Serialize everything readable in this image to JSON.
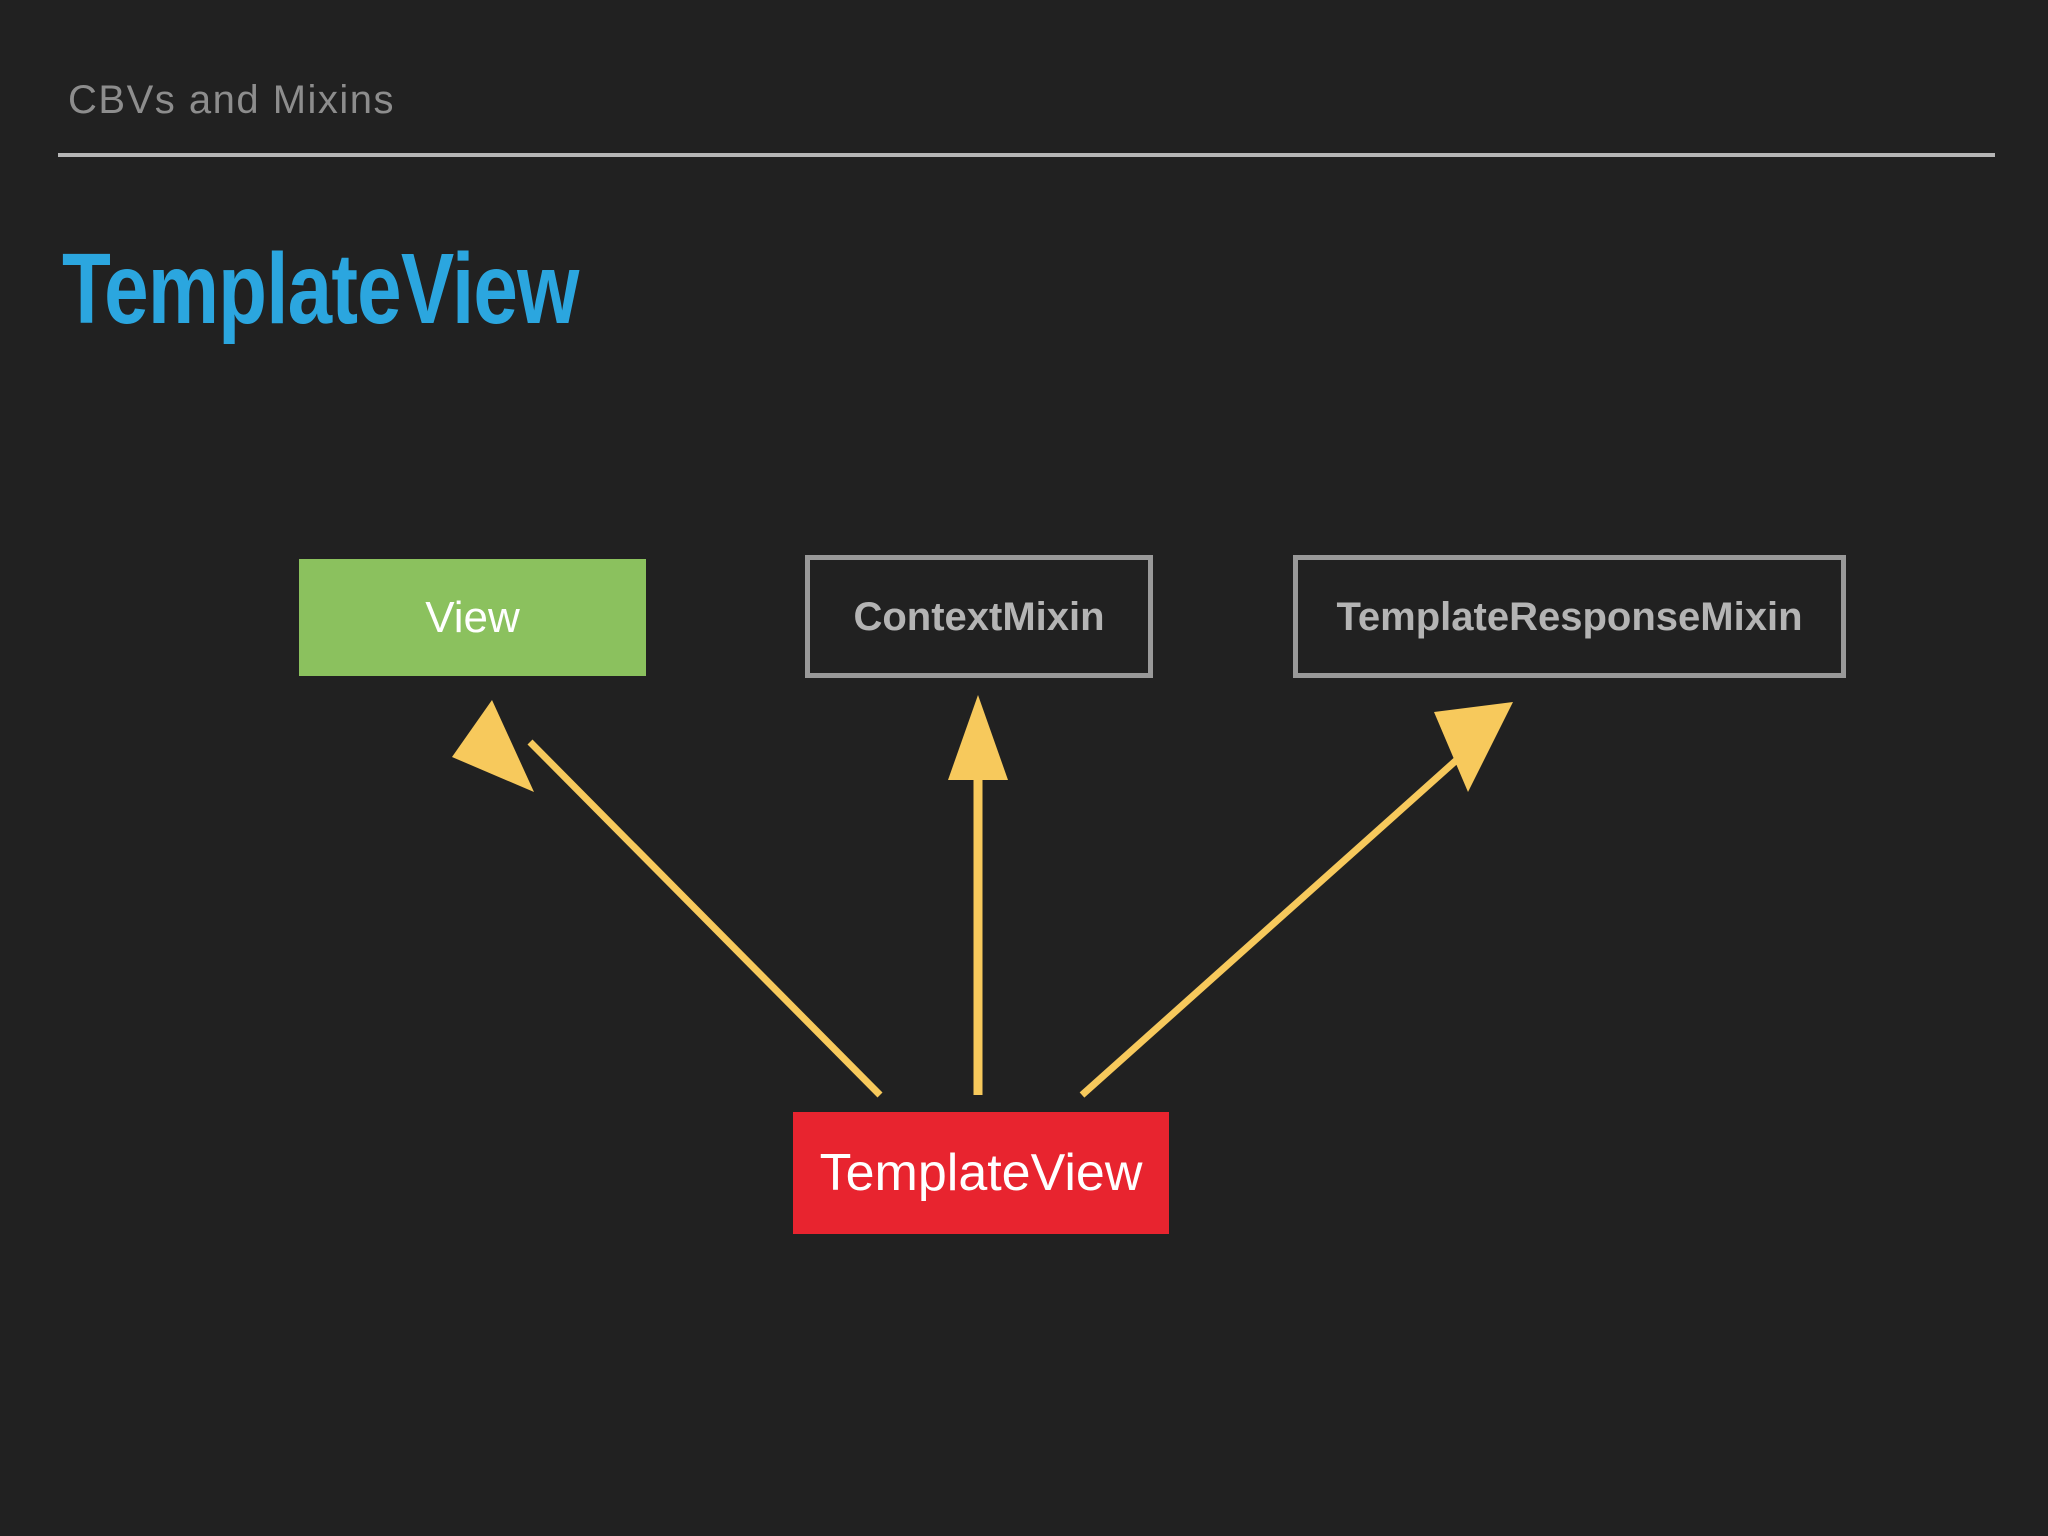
{
  "slide": {
    "header_label": "CBVs and Mixins",
    "title": "TemplateView",
    "background_color": "#212121",
    "title_color": "#2ba6df",
    "header_color": "#8d8d8d",
    "rule_color": "#b6b6b6"
  },
  "diagram": {
    "type": "class-inheritance",
    "arrow_color": "#f7c95c",
    "nodes": [
      {
        "id": "view",
        "label": "View",
        "style": "filled",
        "fill_color": "#8bc15e",
        "text_color": "#ffffff"
      },
      {
        "id": "context-mixin",
        "label": "ContextMixin",
        "style": "outlined",
        "border_color": "#999999",
        "text_color": "#b4b4b4"
      },
      {
        "id": "template-response-mixin",
        "label": "TemplateResponseMixin",
        "style": "outlined",
        "border_color": "#999999",
        "text_color": "#b4b4b4"
      },
      {
        "id": "template-view",
        "label": "TemplateView",
        "style": "filled",
        "fill_color": "#e8242f",
        "text_color": "#ffffff"
      }
    ],
    "edges": [
      {
        "from": "template-view",
        "to": "view",
        "kind": "inherits"
      },
      {
        "from": "template-view",
        "to": "context-mixin",
        "kind": "inherits"
      },
      {
        "from": "template-view",
        "to": "template-response-mixin",
        "kind": "inherits"
      }
    ]
  }
}
